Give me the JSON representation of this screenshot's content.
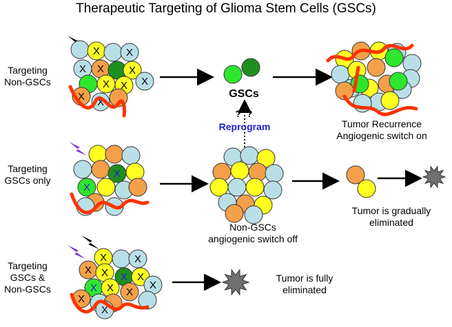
{
  "title": "Therapeutic Targeting of Glioma Stem Cells (GSCs)",
  "rows": {
    "row1_label": [
      "Targeting",
      "Non-GSCs"
    ],
    "row2_label": [
      "Targeting",
      "GSCs only"
    ],
    "row3_label": [
      "Targeting",
      "GSCs &",
      "Non-GSCs"
    ]
  },
  "gscs_label": "GSCs",
  "question_marks": "?  ?",
  "reprogram_label": "Reprogram",
  "recurrence_label": [
    "Tumor Recurrence",
    "Angiogenic switch on"
  ],
  "nongsc_label": [
    "Non-GSCs",
    "angiogenic switch off"
  ],
  "gradual_label": [
    "Tumor is gradually",
    "eliminated"
  ],
  "full_label": [
    "Tumor is fully",
    "eliminated"
  ],
  "colors": {
    "light_blue": "#b9dfe6",
    "orange": "#f4a04a",
    "yellow": "#ffff20",
    "green": "#2ee62e",
    "dark_green": "#1f8f1f",
    "vessel_red": "#ff3300",
    "reprogram_blue": "#1a22cc",
    "explosion_gray": "#707070",
    "lightning_purple": "#7a2fd6"
  },
  "cell_mark": "X"
}
